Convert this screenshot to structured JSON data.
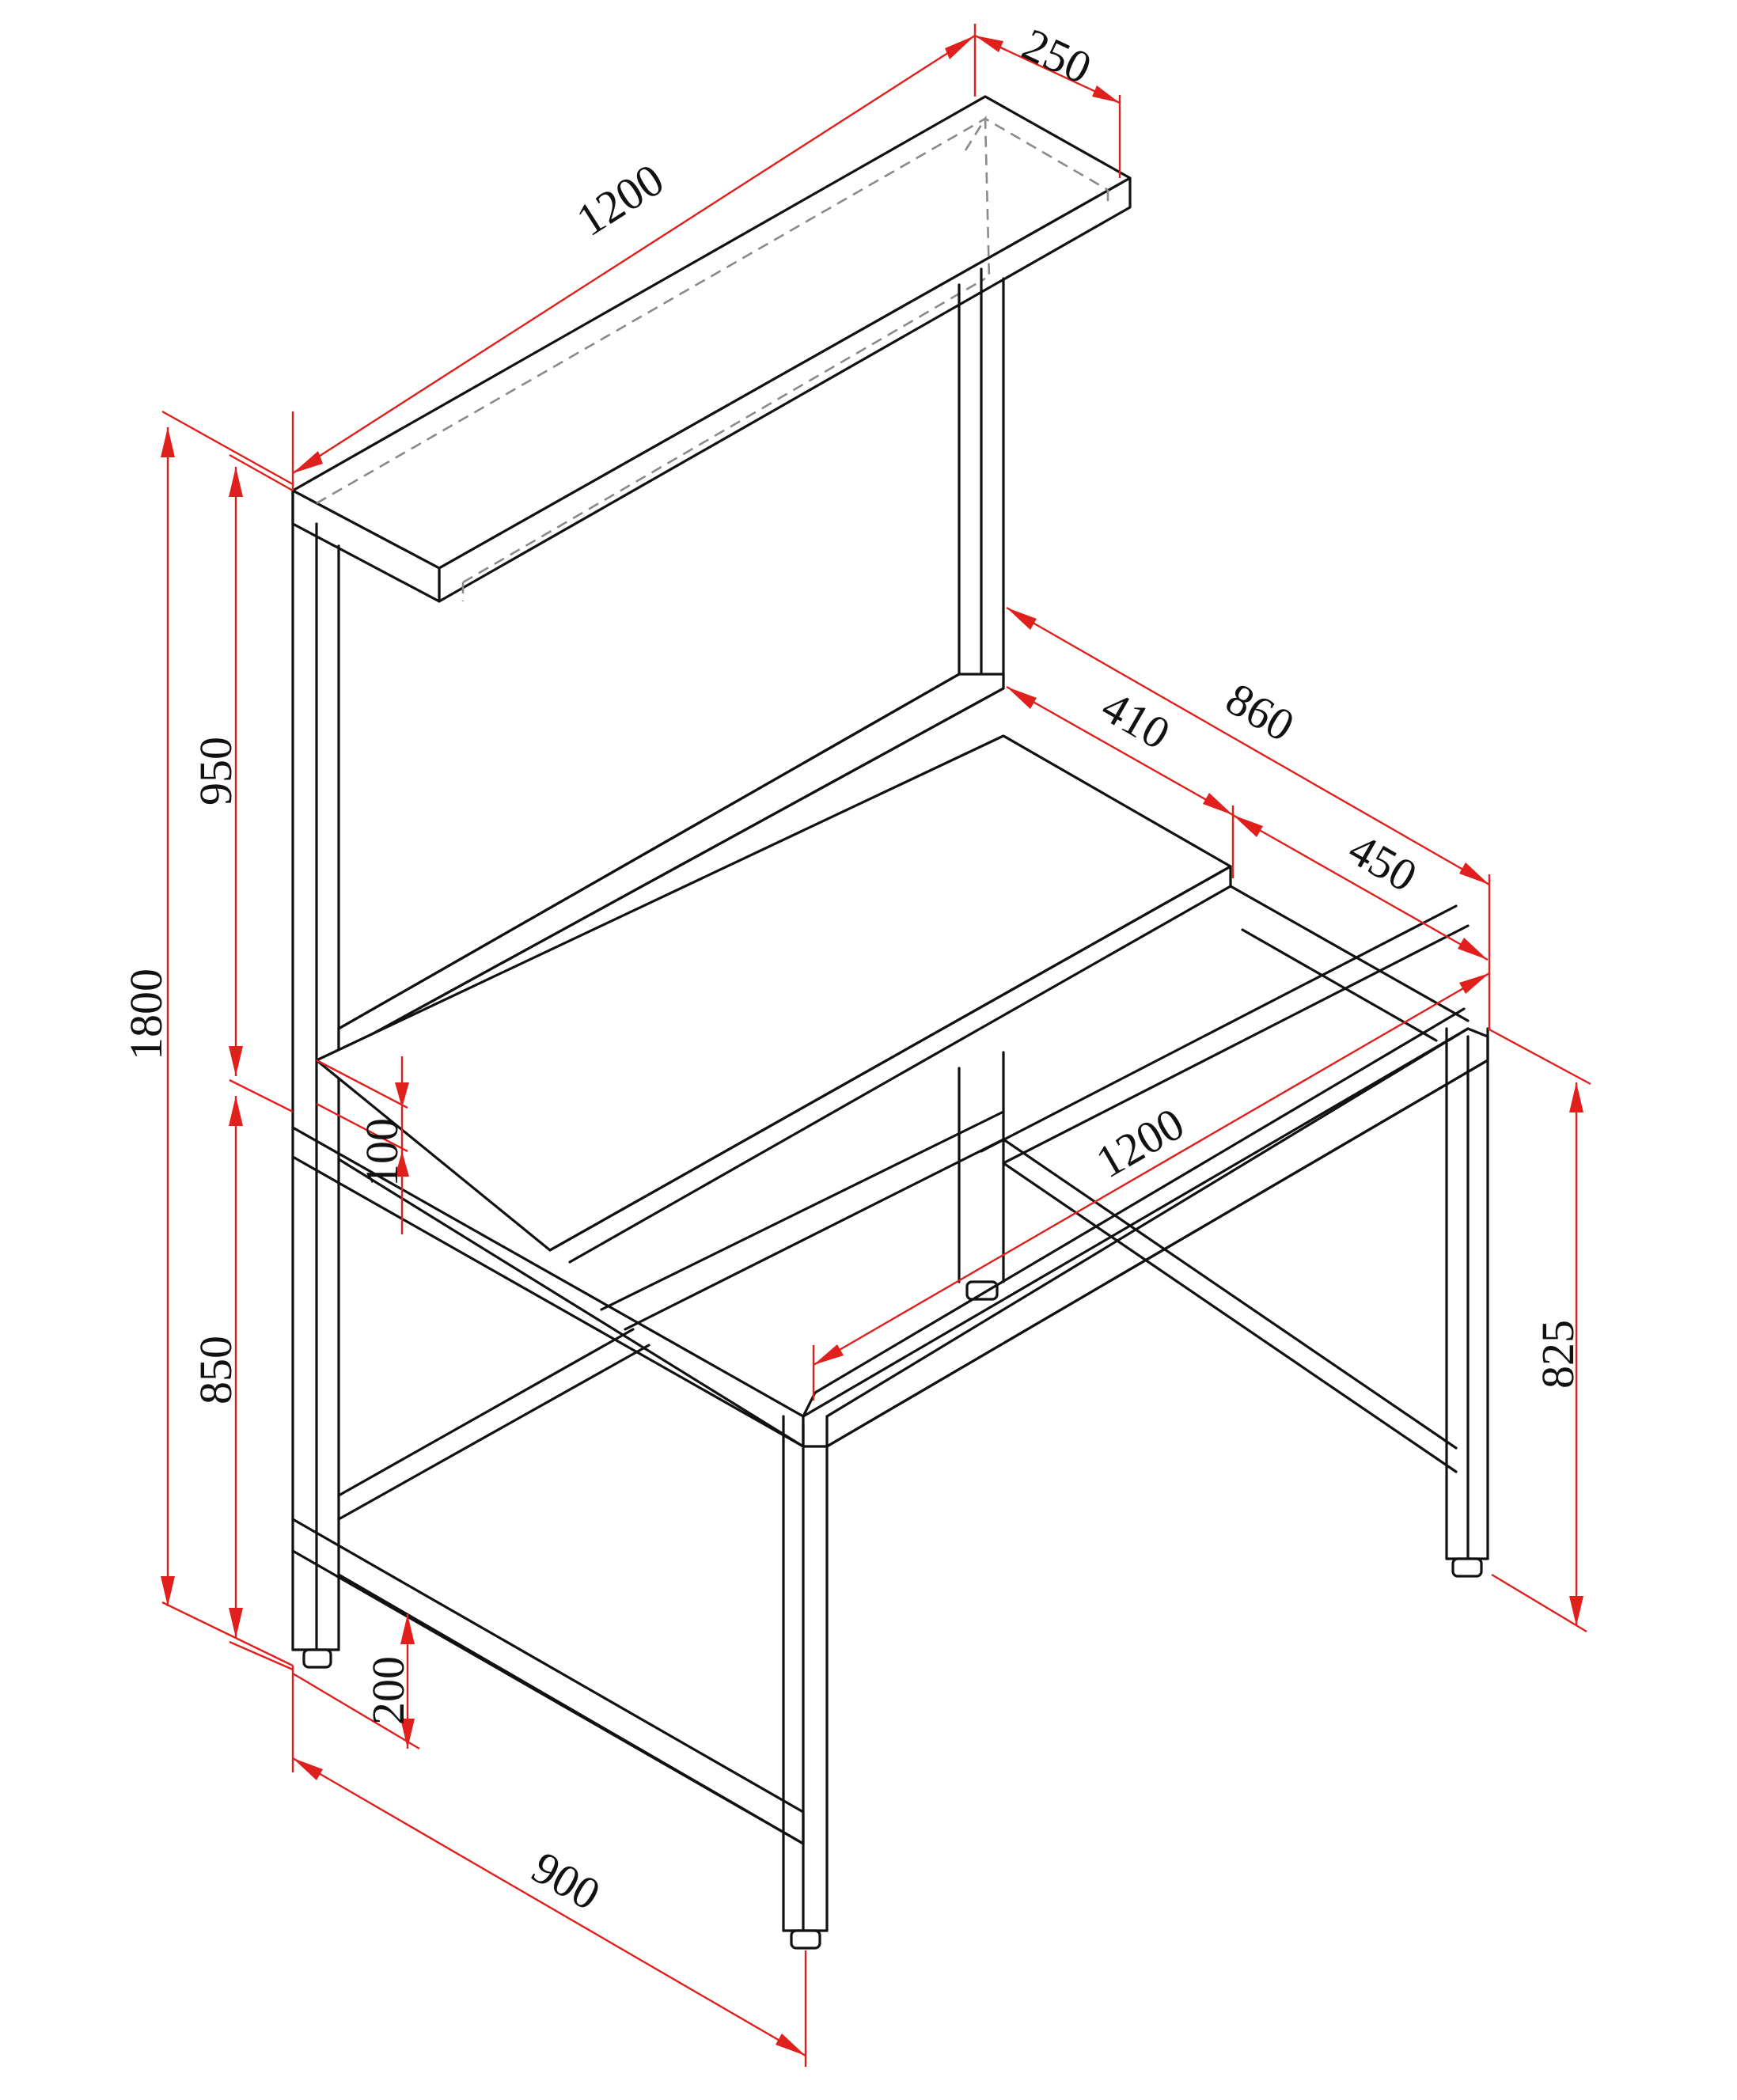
{
  "drawing": {
    "colors": {
      "dimension": "#e0201c",
      "outline": "#111111",
      "hidden": "#8a8a8a"
    },
    "dimensions": {
      "shelf_length": "1200",
      "shelf_depth": "250",
      "total_height": "1800",
      "upper_height": "950",
      "lower_height": "850",
      "worktop_edge": "100",
      "foot_rail_height": "200",
      "frame_depth": "900",
      "total_depth": "860",
      "worktop_depth": "410",
      "rear_depth": "450",
      "frame_length": "1200",
      "right_leg_height": "825"
    }
  }
}
